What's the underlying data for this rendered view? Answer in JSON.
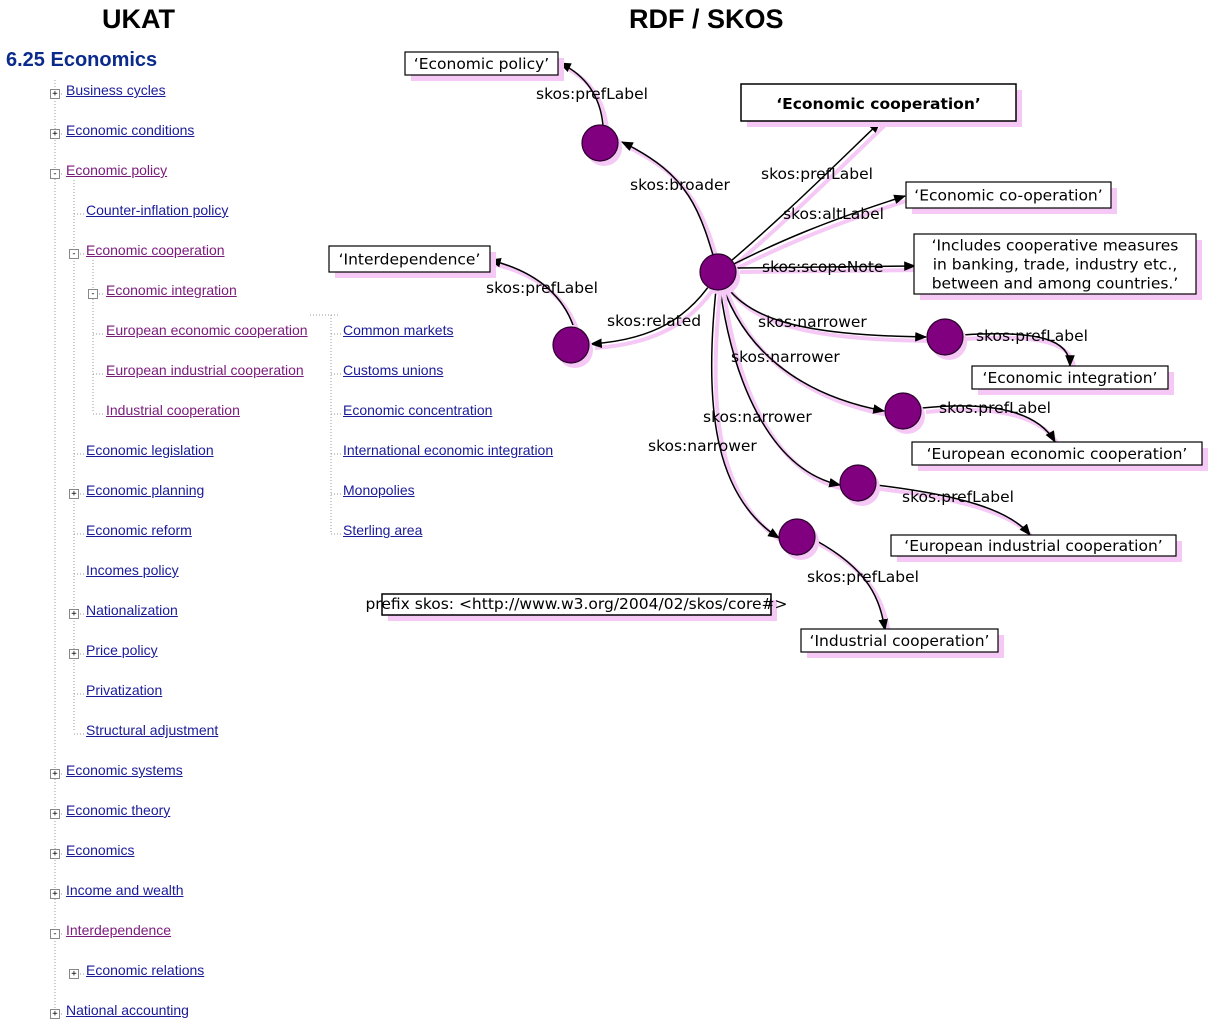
{
  "headers": {
    "ukat": "UKAT",
    "rdf": "RDF / SKOS"
  },
  "section_title": "6.25 Economics",
  "tree_items": [
    {
      "label": "Business cycles",
      "toggle": "+",
      "visited": false
    },
    {
      "label": "Economic conditions",
      "toggle": "+",
      "visited": false
    },
    {
      "label": "Economic policy",
      "toggle": "-",
      "visited": true
    },
    {
      "label": "Counter-inflation policy",
      "toggle": "",
      "visited": false
    },
    {
      "label": "Economic cooperation",
      "toggle": "-",
      "visited": true
    },
    {
      "label": "Economic integration",
      "toggle": "-",
      "visited": true
    },
    {
      "label": "European economic cooperation",
      "toggle": "",
      "visited": true
    },
    {
      "label": "European industrial cooperation",
      "toggle": "",
      "visited": true
    },
    {
      "label": "Industrial cooperation",
      "toggle": "",
      "visited": true
    },
    {
      "label": "Economic legislation",
      "toggle": "",
      "visited": false
    },
    {
      "label": "Economic planning",
      "toggle": "+",
      "visited": false
    },
    {
      "label": "Economic reform",
      "toggle": "",
      "visited": false
    },
    {
      "label": "Incomes policy",
      "toggle": "",
      "visited": false
    },
    {
      "label": "Nationalization",
      "toggle": "+",
      "visited": false
    },
    {
      "label": "Price policy",
      "toggle": "+",
      "visited": false
    },
    {
      "label": "Privatization",
      "toggle": "",
      "visited": false
    },
    {
      "label": "Structural adjustment",
      "toggle": "",
      "visited": false
    },
    {
      "label": "Economic systems",
      "toggle": "+",
      "visited": false
    },
    {
      "label": "Economic theory",
      "toggle": "+",
      "visited": false
    },
    {
      "label": "Economics",
      "toggle": "+",
      "visited": false
    },
    {
      "label": "Income and wealth",
      "toggle": "+",
      "visited": false
    },
    {
      "label": "Interdependence",
      "toggle": "-",
      "visited": true
    },
    {
      "label": "Economic relations",
      "toggle": "+",
      "visited": false
    },
    {
      "label": "National accounting",
      "toggle": "+",
      "visited": false
    }
  ],
  "side_items": [
    "Common markets",
    "Customs unions",
    "Economic concentration",
    "International economic integration",
    "Monopolies",
    "Sterling area"
  ],
  "boxes": {
    "economic_policy": "‘Economic policy’",
    "economic_cooperation": "‘Economic cooperation’",
    "economic_co_operation": "‘Economic co-operation’",
    "interdependence": "‘Interdependence’",
    "scope_note": [
      "‘Includes cooperative measures",
      "in banking, trade, industry etc.,",
      "between and among countries.’"
    ],
    "economic_integration": "‘Economic integration’",
    "european_economic_cooperation": "‘European economic cooperation’",
    "european_industrial_cooperation": "‘European industrial cooperation’",
    "industrial_cooperation": "‘Industrial cooperation’",
    "prefix": "prefix skos: <http://www.w3.org/2004/02/skos/core#>"
  },
  "edge_labels": {
    "pref_label": "skos:prefLabel",
    "broader": "skos:broader",
    "alt_label": "skos:altLabel",
    "scope_note": "skos:scopeNote",
    "related": "skos:related",
    "narrower": "skos:narrower"
  },
  "colors": {
    "node_fill": "#800080",
    "node_stroke": "#2a002a",
    "shadow": "#f5c8f5",
    "link": "#1a1a99",
    "visited": "#7a1a7a",
    "section": "#0a2a8c"
  }
}
